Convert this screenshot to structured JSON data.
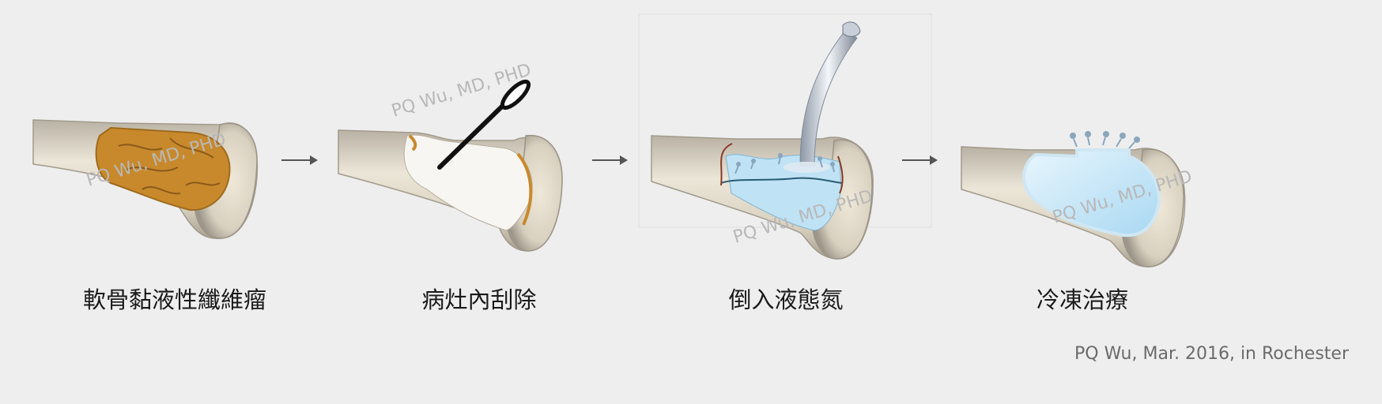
{
  "steps": [
    {
      "label": "軟骨黏液性纖維瘤",
      "watermark": "PQ Wu, MD, PHD"
    },
    {
      "label": "病灶內刮除",
      "watermark": "PQ Wu, MD, PHD"
    },
    {
      "label": "倒入液態氮",
      "watermark": "PQ Wu, MD, PHD"
    },
    {
      "label": "冷凍治療",
      "watermark": "PQ Wu, MD, PHD"
    }
  ],
  "credit": "PQ Wu, Mar. 2016, in Rochester",
  "colors": {
    "background": "#eeeeee",
    "bone": "#ddd5c3",
    "tumor": "#c8892c",
    "nitrogen": "#bfe2f5",
    "arrow": "#555555"
  },
  "icons": [
    "right-arrow-icon",
    "curette-icon",
    "liquid-stream-icon",
    "vapor-icon"
  ]
}
